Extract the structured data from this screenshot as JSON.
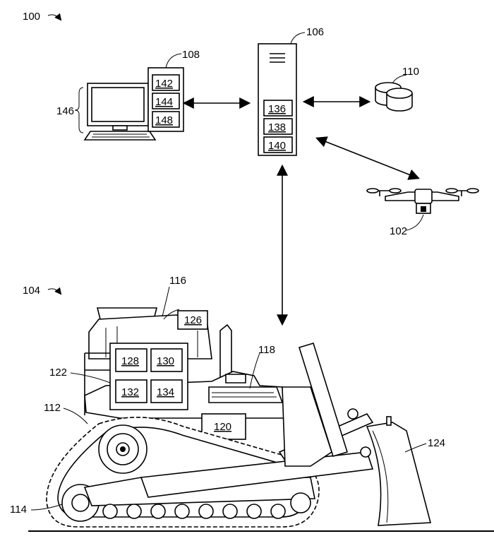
{
  "labels": {
    "system": "100",
    "uav": "102",
    "machine": "104",
    "server": "106",
    "workstation": "108",
    "database": "110",
    "track_assembly": "112",
    "track_link": "114",
    "cab": "116",
    "engine_area": "118",
    "component_120": "120",
    "controller": "122",
    "blade": "124",
    "sensor_126": "126",
    "module_128": "128",
    "module_130": "130",
    "module_132": "132",
    "module_134": "134",
    "server_module_136": "136",
    "server_module_138": "138",
    "server_module_140": "140",
    "ws_module_142": "142",
    "ws_module_144": "144",
    "ws_module_148": "148",
    "computer": "146"
  }
}
